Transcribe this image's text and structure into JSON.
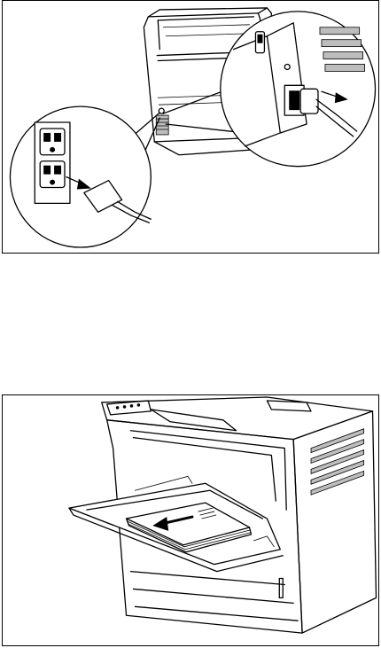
{
  "figures": [
    {
      "id": "unplug-power-cord",
      "icons": [
        "printer-rear-illustration",
        "power-switch-icon",
        "power-inlet-icon",
        "wall-outlet-icon",
        "plug-icon",
        "pull-arrow-icon"
      ]
    },
    {
      "id": "remove-paper-from-tray",
      "icons": [
        "printer-front-illustration",
        "control-panel-icon",
        "multipurpose-tray-icon",
        "paper-stack-icon",
        "pull-arrow-icon"
      ]
    }
  ],
  "colors": {
    "line": "#000000",
    "background": "#ffffff",
    "shade": "#bdbdbd"
  }
}
